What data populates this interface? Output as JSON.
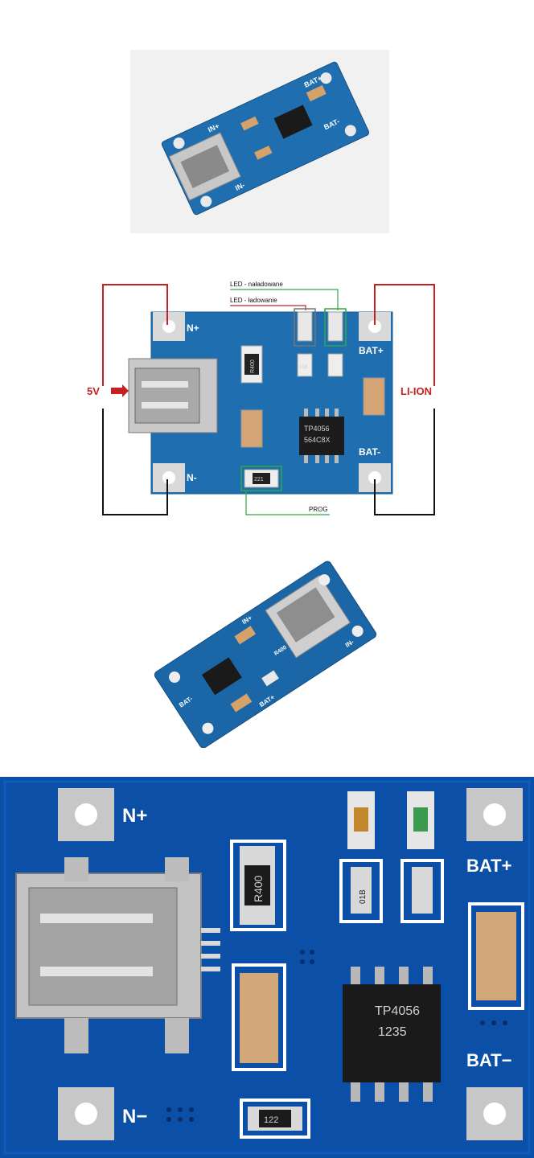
{
  "photo1": {
    "in_plus": "IN+",
    "in_minus": "IN-",
    "bat_plus": "BAT+",
    "bat_minus": "BAT-"
  },
  "diagram": {
    "label_5v": "5V",
    "label_li_ion": "LI-ION",
    "label_led_charged": "LED - naładowane",
    "label_led_charging": "LED - ładowanie",
    "label_prog": "PROG",
    "n_plus": "N+",
    "n_minus": "N-",
    "bat_plus": "BAT+",
    "bat_minus": "BAT-",
    "chip_line1": "TP4056",
    "chip_line2": "564C8X",
    "res_r400": "R400",
    "res_221": "221",
    "res_01b": "01B",
    "colors": {
      "wire_red": "#c62121",
      "wire_black": "#111111",
      "callout_green": "#2fa84a",
      "board_blue": "#1f6fb0"
    }
  },
  "photo3": {
    "in_plus": "IN+",
    "in_minus": "IN-",
    "bat_plus": "BAT+",
    "bat_minus": "BAT-",
    "res_r400": "R400"
  },
  "closeup": {
    "n_plus": "N+",
    "n_minus": "N−",
    "bat_plus": "BAT+",
    "bat_minus": "BAT−",
    "chip_line1": "TP4056",
    "chip_line2": "1235",
    "res_r400": "R400",
    "res_01b": "01B",
    "res_122": "122",
    "colors": {
      "board_blue": "#0b4fa6"
    }
  }
}
